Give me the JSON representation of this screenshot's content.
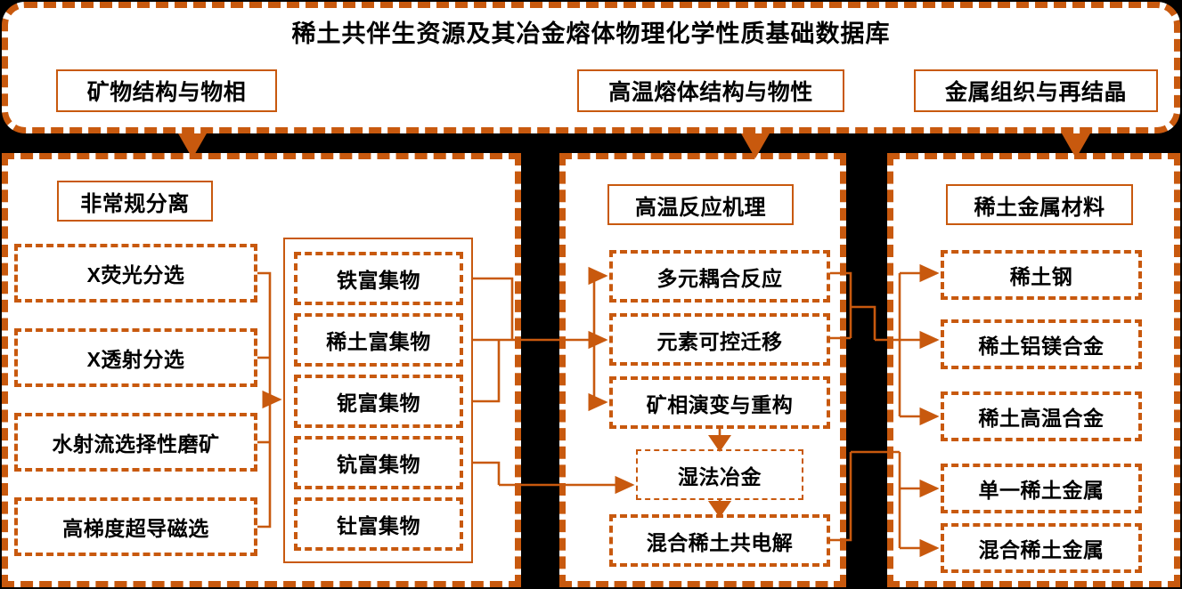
{
  "header": {
    "title": "稀土共伴生资源及其冶金熔体物理化学性质基础数据库",
    "tags": [
      {
        "label": "矿物结构与物相"
      },
      {
        "label": "高温熔体结构与物性"
      },
      {
        "label": "金属组织与再结晶"
      }
    ]
  },
  "columns": [
    {
      "id": "left",
      "heading": "非常规分离",
      "methods": [
        {
          "label": "X荧光分选"
        },
        {
          "label": "X透射分选"
        },
        {
          "label": "水射流选择性磨矿"
        },
        {
          "label": "高梯度超导磁选"
        }
      ],
      "products": [
        {
          "label": "铁富集物"
        },
        {
          "label": "稀土富集物"
        },
        {
          "label": "铌富集物"
        },
        {
          "label": "钪富集物"
        },
        {
          "label": "钍富集物"
        }
      ]
    },
    {
      "id": "middle",
      "heading": "高温反应机理",
      "items": [
        {
          "label": "多元耦合反应"
        },
        {
          "label": "元素可控迁移"
        },
        {
          "label": "矿相演变与重构"
        },
        {
          "label": "湿法冶金"
        },
        {
          "label": "混合稀土共电解"
        }
      ]
    },
    {
      "id": "right",
      "heading": "稀土金属材料",
      "items": [
        {
          "label": "稀土钢"
        },
        {
          "label": "稀土铝镁合金"
        },
        {
          "label": "稀土高温合金"
        },
        {
          "label": "单一稀土金属"
        },
        {
          "label": "混合稀土金属"
        }
      ]
    }
  ],
  "colors": {
    "accent": "#c8590e",
    "background": "#000000",
    "panel": "#ffffff",
    "text": "#000000"
  }
}
